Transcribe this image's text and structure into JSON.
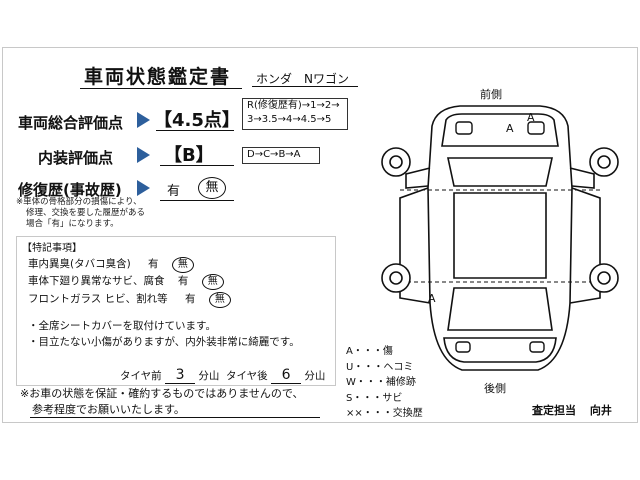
{
  "header": {
    "title": "車両状態鑑定書",
    "model": "ホンダ　Nワゴン"
  },
  "overall": {
    "label": "車両総合評価点",
    "value": "【4.5点】",
    "scale_line1": "R(修復歴有)→1→2→",
    "scale_line2": "3→3.5→4→4.5→5"
  },
  "interior": {
    "label": "内装評価点",
    "value": "【B】",
    "scale": "D→C→B→A"
  },
  "repair": {
    "label": "修復歴(事故歴)",
    "yes": "有",
    "no": "無",
    "note_line1": "※車体の骨格部分の損傷により、",
    "note_line2": "修理、交換を要した履歴がある",
    "note_line3": "場合「有」になります。"
  },
  "special": {
    "heading": "【特記事項】",
    "items": [
      {
        "label": "車内異臭(タバコ臭含)",
        "yes": "有",
        "no": "無"
      },
      {
        "label": "車体下廻り異常なサビ、腐食",
        "yes": "有",
        "no": "無"
      },
      {
        "label": "フロントガラス ヒビ、割れ等",
        "yes": "有",
        "no": "無"
      }
    ],
    "bullet1": "・全席シートカバーを取付けています。",
    "bullet2": "・目立たない小傷がありますが、内外装非常に綺麗です。",
    "tire_front_label": "タイヤ前",
    "tire_front_value": "3",
    "tire_rear_label": "タイヤ後",
    "tire_rear_value": "6",
    "unit": "分山"
  },
  "diagram": {
    "front_label": "前側",
    "rear_label": "後側",
    "marks": [
      "A",
      "A",
      "A"
    ]
  },
  "legend": [
    "A・・・傷",
    "U・・・ヘコミ",
    "W・・・補修跡",
    "S・・・サビ",
    "××・・・交換歴"
  ],
  "footer": {
    "disclaimer_line1": "※お車の状態を保証・確約するものではありませんので、",
    "disclaimer_line2": "参考程度でお願いいたします。",
    "inspector_label": "査定担当",
    "inspector_name": "向井"
  },
  "colors": {
    "arrow": "#2d5f9c",
    "frame": "#c8c8c8"
  }
}
